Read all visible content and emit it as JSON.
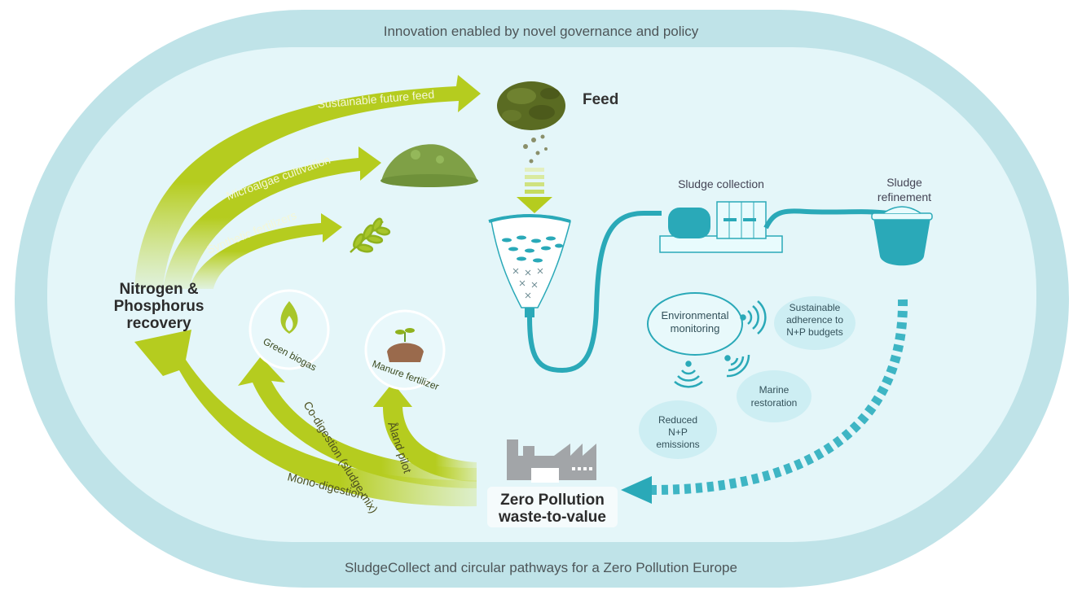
{
  "frame": {
    "top_text": "Innovation enabled by novel governance and policy",
    "bottom_text": "SludgeCollect and circular pathways for a Zero Pollution Europe"
  },
  "arrows": {
    "feed": "Sustainable future feed",
    "microalgae": "Microalgae cultivation",
    "fertilizers": "Synthetic fertilizers",
    "mono": "Mono-digestion",
    "codigestion": "Co-digestion (sludge mix)",
    "aland": "Åland pilot"
  },
  "labels": {
    "feed": "Feed",
    "sludge_collection": "Sludge collection",
    "sludge_refinement_1": "Sludge",
    "sludge_refinement_2": "refinement",
    "np_1": "Nitrogen &",
    "np_2": "Phosphorus",
    "np_3": "recovery",
    "green_biogas": "Green biogas",
    "manure_fertilizer": "Manure fertilizer",
    "zero_1": "Zero Pollution",
    "zero_2": "waste-to-value"
  },
  "monitoring": {
    "center_1": "Environmental",
    "center_2": "monitoring",
    "adherence_1": "Sustainable",
    "adherence_2": "adherence to",
    "adherence_3": "N+P budgets",
    "marine_1": "Marine",
    "marine_2": "restoration",
    "reduced_1": "Reduced",
    "reduced_2": "N+P",
    "reduced_3": "emissions"
  },
  "colors": {
    "frame": "#bfe3e8",
    "inner": "#e4f6f9",
    "green_arrow": "#b5cc1f",
    "teal": "#2aa9b8",
    "bubble": "#cdeef3"
  },
  "icons": [
    "feed-pellets-icon",
    "microalgae-powder-icon",
    "leaf-icon",
    "biogas-flame-icon",
    "sprout-soil-icon",
    "factory-icon",
    "fish-cage-icon",
    "sludge-tank-icon",
    "signal-icon"
  ]
}
